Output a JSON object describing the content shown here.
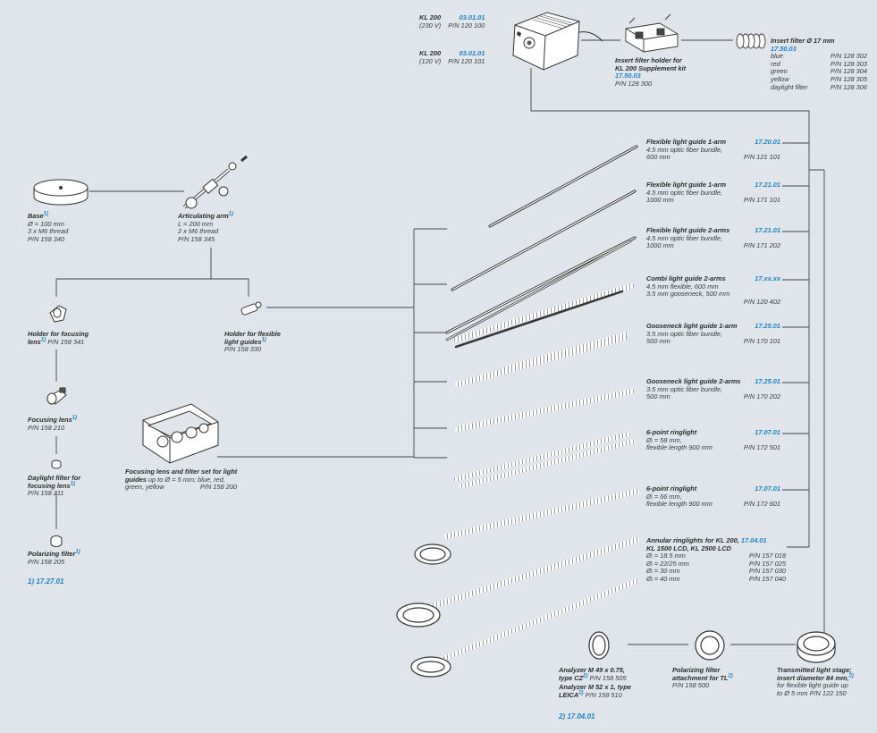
{
  "colors": {
    "background": "#dfe5ea",
    "line": "#444444",
    "code": "#1a84c8",
    "text": "#3a3a3a"
  },
  "kl200_230": {
    "name": "KL 200",
    "code": "03.01.01",
    "sub": "(230 V)",
    "pn": "P/N 120 100"
  },
  "kl200_120": {
    "name": "KL 200",
    "code": "03.01.01",
    "sub": "(120 V)",
    "pn": "P/N 120 101"
  },
  "insert_holder": {
    "title1": "Insert filter holder for",
    "title2": "KL 200 Supplement kit",
    "code": "17.50.03",
    "pn": "P/N 128 300"
  },
  "insert_filter": {
    "title": "Insert filter Ø 17 mm",
    "code": "17.50.03",
    "rows": [
      {
        "label": "blue",
        "pn": "P/N 128 302"
      },
      {
        "label": "red",
        "pn": "P/N 128 303"
      },
      {
        "label": "green",
        "pn": "P/N 128 304"
      },
      {
        "label": "yellow",
        "pn": "P/N 128 305"
      },
      {
        "label": "daylight filter",
        "pn": "P/N 128 306"
      }
    ]
  },
  "base": {
    "title": "Base",
    "sup": "1)",
    "l1": "Ø = 100 mm",
    "l2": "3 x M6 thread",
    "pn": "P/N 158 340"
  },
  "arm": {
    "title": "Articulating arm",
    "sup": "1)",
    "l1": "L = 200 mm",
    "l2": "2 x M6 thread",
    "pn": "P/N 158 345"
  },
  "holder_focus": {
    "title1": "Holder for focusing",
    "title2": "lens",
    "sup": "1)",
    "pn": "P/N 158 341"
  },
  "holder_flex": {
    "title1": "Holder for flexible",
    "title2": "light guides",
    "sup": "1)",
    "pn": "P/N 158 330"
  },
  "focus_lens": {
    "title": "Focusing lens",
    "sup": "1)",
    "pn": "P/N 158 210"
  },
  "daylight": {
    "title1": "Daylight filter for",
    "title2": "focusing lens",
    "sup": "1)",
    "pn": "P/N 158 211"
  },
  "polarizing": {
    "title": "Polarizing filter",
    "sup": "1)",
    "pn": "P/N 158 205"
  },
  "footnote1": {
    "sup": "1)",
    "code": "17.27.01"
  },
  "filter_set": {
    "t1": "Focusing lens and filter set for light",
    "t2a": "guides",
    "t2b": " up to Ø = 5 mm; blue, red,",
    "t3": "green, yellow",
    "pn": "P/N 158 200"
  },
  "guides": [
    {
      "title": "Flexible light guide 1-arm",
      "code": "17.20.01",
      "l1": "4.5 mm optic fiber bundle,",
      "l2": "600 mm",
      "pn": "P/N 121 101"
    },
    {
      "title": "Flexible light guide 1-arm",
      "code": "17.21.01",
      "l1": "4.5 mm optic fiber bundle,",
      "l2": "1000 mm",
      "pn": "P/N 171 101"
    },
    {
      "title": "Flexible light guide 2-arms",
      "code": "17.21.01",
      "l1": "4.5 mm optic fiber bundle,",
      "l2": "1000 mm",
      "pn": "P/N 171 202"
    },
    {
      "title": "Combi light guide 2-arms",
      "code": "17.xx.xx",
      "l1": "4.5 mm flexible, 600 mm",
      "l2": "3.5 mm gooseneck, 500 mm",
      "l3": "",
      "pn": "P/N 120 402"
    },
    {
      "title": "Gooseneck light guide 1-arm",
      "code": "17.25.01",
      "l1": "3.5 mm optic fiber bundle,",
      "l2": "500 mm",
      "pn": "P/N 170 101"
    },
    {
      "title": "Gooseneck light guide 2-arms",
      "code": "17.25.01",
      "l1": "3.5 mm optic fiber bundle,",
      "l2": "500 mm",
      "pn": "P/N 170 202"
    },
    {
      "title": "6-point ringlight",
      "code": "17.07.01",
      "l1": "Øᵢ = 58 mm,",
      "l2": "flexible length 900 mm",
      "pn": "P/N 172 501"
    },
    {
      "title": "6-point ringlight",
      "code": "17.07.01",
      "l1": "Øᵢ = 66 mm,",
      "l2": "flexible length 900 mm",
      "pn": "P/N 172 601"
    }
  ],
  "annular": {
    "title1": "Annular ringlights for KL 200,",
    "code": "17.04.01",
    "title2": "KL 1500 LCD, KL 2500 LCD",
    "rows": [
      {
        "label": "Øᵢ = 18.5 mm",
        "pn": "P/N 157 018"
      },
      {
        "label": "Øᵢ = 22/25 mm",
        "pn": "P/N 157 025"
      },
      {
        "label": "Øᵢ = 30 mm",
        "pn": "P/N 157 030"
      },
      {
        "label": "Øᵢ = 40 mm",
        "pn": "P/N 157 040"
      }
    ]
  },
  "analyzer": {
    "t1": "Analyzer M 49 x 0.75,",
    "t2": "type CZ",
    "sup": "2)",
    "pn1": "P/N 158 505",
    "t3": "Analyzer M 52 x 1, type",
    "t4": "LEICA",
    "pn2": "P/N 158 510"
  },
  "pol_att": {
    "t1": "Polarizing filter",
    "t2": "attachment for TL",
    "sup": "2)",
    "pn": "P/N 158 500"
  },
  "stage": {
    "t1": "Transmitted light stage;",
    "t2": "insert diameter 84 mm,",
    "sup": "2)",
    "l1": "for flexible light guide up",
    "l2": "to Ø 5 mm",
    "pn": "P/N 122 150"
  },
  "footnote2": {
    "sup": "2)",
    "code": "17.04.01"
  }
}
